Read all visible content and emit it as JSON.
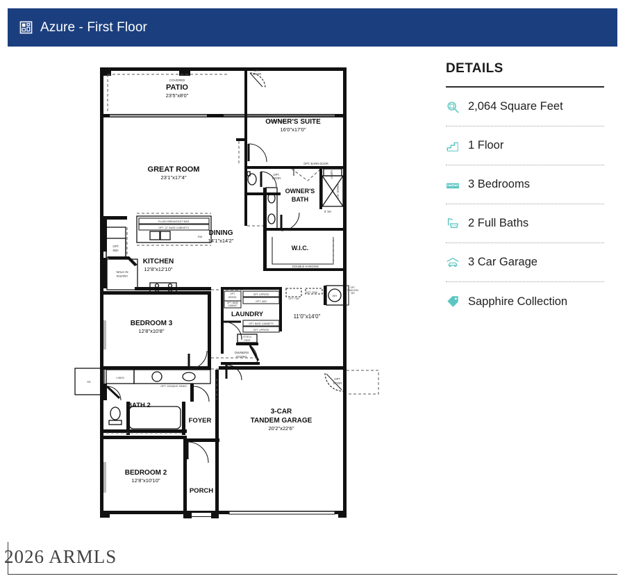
{
  "header": {
    "title": "Azure - First Floor",
    "icon": "floor-plan-icon",
    "background": "#1b3f7e",
    "text_color": "#ffffff"
  },
  "details": {
    "heading": "DETAILS",
    "accent_color": "#5bc6c1",
    "items": [
      {
        "icon": "square-feet-icon",
        "label": "2,064 Square Feet"
      },
      {
        "icon": "stairs-floor-icon",
        "label": "1 Floor"
      },
      {
        "icon": "bed-icon",
        "label": "3 Bedrooms"
      },
      {
        "icon": "shower-bath-icon",
        "label": "2 Full Baths"
      },
      {
        "icon": "car-garage-icon",
        "label": "3 Car Garage"
      },
      {
        "icon": "tag-icon",
        "label": "Sapphire Collection"
      }
    ]
  },
  "floorplan": {
    "rooms": [
      {
        "name": "PATIO",
        "sub": "COVERED",
        "dims": "23'5\"x8'0\""
      },
      {
        "name": "GREAT ROOM",
        "dims": "23'1\"x17'4\""
      },
      {
        "name": "OWNER'S SUITE",
        "dims": "16'0\"x17'0\""
      },
      {
        "name": "OWNER'S BATH",
        "dims": ""
      },
      {
        "name": "W.I.C.",
        "dims": ""
      },
      {
        "name": "DINING",
        "dims": "14'1\"x14'2\""
      },
      {
        "name": "KITCHEN",
        "dims": "12'8\"x12'10\""
      },
      {
        "name": "LAUNDRY",
        "dims": "11'0\"x14'0\""
      },
      {
        "name": "BEDROOM 3",
        "dims": "12'8\"x10'8\""
      },
      {
        "name": "BEDROOM 2",
        "dims": "12'8\"x10'10\""
      },
      {
        "name": "BATH 2",
        "dims": ""
      },
      {
        "name": "FOYER",
        "dims": ""
      },
      {
        "name": "PORCH",
        "dims": ""
      },
      {
        "name": "3-CAR TANDEM GARAGE",
        "dims": "20'2\"x22'6\""
      }
    ],
    "labels": {
      "patio_covered": "COVERED",
      "patio_name": "PATIO",
      "patio_dims": "23'5\"x8'0\"",
      "great_room_name": "GREAT ROOM",
      "great_room_dims": "23'1\"x17'4\"",
      "owners_suite_name": "OWNER'S SUITE",
      "owners_suite_dims": "16'0\"x17'0\"",
      "owners_bath_l1": "OWNER'S",
      "owners_bath_l2": "BATH",
      "wic_name": "W.I.C.",
      "dining_name": "DINING",
      "dining_dims": "14'1\"x14'2\"",
      "kitchen_name": "KITCHEN",
      "kitchen_dims": "12'8\"x12'10\"",
      "laundry_name": "LAUNDRY",
      "laundry_dims": "11'0\"x14'0\"",
      "bedroom3_name": "BEDROOM 3",
      "bedroom3_dims": "12'8\"x10'8\"",
      "bedroom2_name": "BEDROOM 2",
      "bedroom2_dims": "12'8\"x10'10\"",
      "bath2_name": "BATH 2",
      "foyer_name": "FOYER",
      "porch_name": "PORCH",
      "garage_l1": "3-CAR",
      "garage_l2": "TANDEM GARAGE",
      "garage_dims": "20'2\"x22'6\""
    },
    "annotations": {
      "opt_door_top": "OPT. DOOR",
      "patio_door": "PATIO DOOR",
      "opt_barn_door": "OPT. BARN DOOR",
      "opt_door_bath": "OPT. DOOR",
      "linen_owner": "LINEN",
      "shower_dim": "5'SH",
      "shower_side": "4'6\" SHWR",
      "double_hanging": "DOUBLE HANGING",
      "flush_breakfast_bar": "FLUSH BREAKFAST BAR",
      "opt_base_cabinets": "OPT. 12\" BASE CABINETS",
      "dishwasher": "DW",
      "opt_ref": "OPT. REF.",
      "walk_in_pantry": "WALK IN PANTRY",
      "opt_uppers_1": "OPT. UPPERS",
      "opt_wd": "OPT. W/D",
      "opt_dress": "OPT. DRESS.",
      "opt_base_cabinet": "OPT. BASE CABINET",
      "opt_base_cabinets_2": "OPT. BASE CABINETS",
      "opt_uppers_2": "OPT. UPPERS",
      "stor_a_drop": "STOR-N-DROP",
      "owners_entry": "OWNERS ENTRY",
      "opt_tub": "OPT. TUB",
      "opt_sink": "OPT. SINK",
      "wh": "WH",
      "opt_tankless_wh": "OPT. TANKLESS WH",
      "opt_door_garage": "OPT. DOOR",
      "ac": "AC",
      "linen_bath2": "LINEN",
      "opt_double_sinks": "OPT. DOUBLE SINKS"
    }
  },
  "watermark": {
    "text": "2026 ARMLS"
  }
}
